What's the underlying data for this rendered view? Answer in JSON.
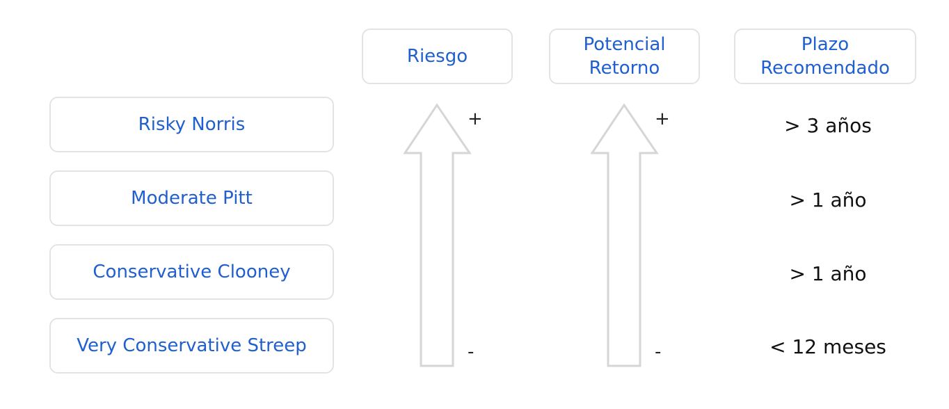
{
  "headers": {
    "risk": {
      "lines": [
        "Riesgo"
      ]
    },
    "return": {
      "lines": [
        "Potencial",
        "Retorno"
      ]
    },
    "term": {
      "lines": [
        "Plazo",
        "Recomendado"
      ]
    }
  },
  "profiles": [
    {
      "name": "Risky Norris",
      "term": ">  3 años"
    },
    {
      "name": "Moderate Pitt",
      "term": "> 1 año"
    },
    {
      "name": "Conservative Clooney",
      "term": "> 1 año"
    },
    {
      "name": "Very Conservative Streep",
      "term": "< 12 meses"
    }
  ],
  "arrows": {
    "risk": {
      "plus": "+",
      "minus": "-"
    },
    "return": {
      "plus": "+",
      "minus": "-"
    }
  },
  "colors": {
    "accent_text": "#1f5fce",
    "border": "#e3e3e3",
    "arrow_stroke": "#d6d6d6"
  }
}
